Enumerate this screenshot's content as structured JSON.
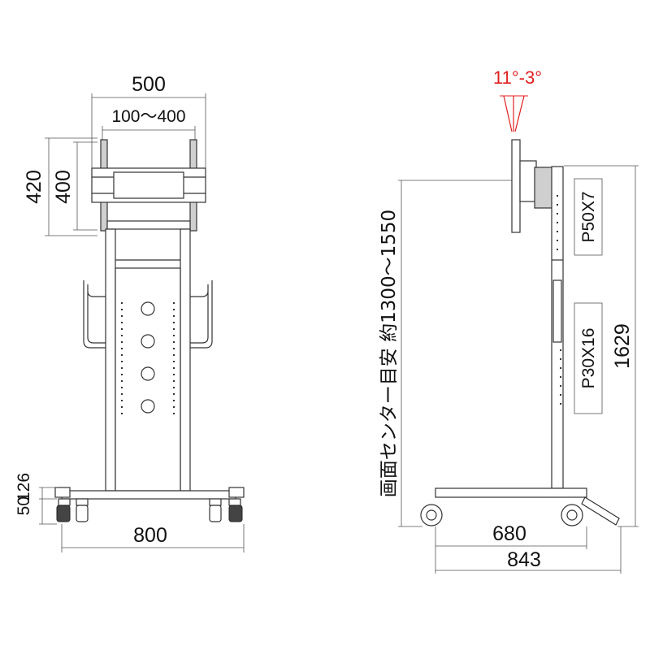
{
  "front_view": {
    "overall_width_top": "500",
    "vesa_range": "100〜400",
    "mount_height_outer": "420",
    "mount_height_inner": "400",
    "foot_height_a": "126",
    "foot_height_b": "50",
    "base_width": "800"
  },
  "side_view": {
    "tilt_range": "11°-3°",
    "screen_center": "画面センター目安 約1300〜1550",
    "pitch_upper": "P50X7",
    "pitch_lower": "P30X16",
    "total_height": "1629",
    "base_depth_inner": "680",
    "base_depth_outer": "843"
  },
  "colors": {
    "line": "#333333",
    "accent_red": "#e02020"
  }
}
